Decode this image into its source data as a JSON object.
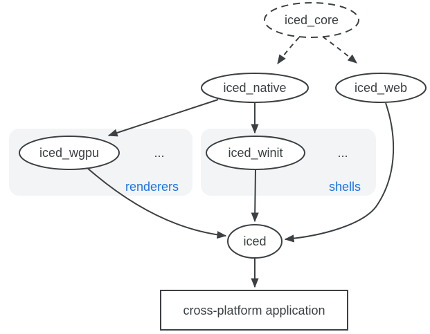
{
  "diagram": {
    "nodes": {
      "iced_core": {
        "label": "iced_core",
        "shape": "dashed-ellipse"
      },
      "iced_native": {
        "label": "iced_native",
        "shape": "ellipse"
      },
      "iced_web": {
        "label": "iced_web",
        "shape": "ellipse"
      },
      "iced_wgpu": {
        "label": "iced_wgpu",
        "shape": "ellipse"
      },
      "iced_winit": {
        "label": "iced_winit",
        "shape": "ellipse"
      },
      "iced": {
        "label": "iced",
        "shape": "ellipse"
      },
      "application": {
        "label": "cross-platform application",
        "shape": "rect"
      }
    },
    "groups": {
      "renderers": {
        "label": "renderers",
        "ellipsis": "...",
        "contains": [
          "iced_wgpu"
        ]
      },
      "shells": {
        "label": "shells",
        "ellipsis": "...",
        "contains": [
          "iced_winit"
        ]
      }
    },
    "edges": [
      {
        "from": "iced_core",
        "to": "iced_native",
        "style": "dashed"
      },
      {
        "from": "iced_core",
        "to": "iced_web",
        "style": "dashed"
      },
      {
        "from": "iced_native",
        "to": "iced_wgpu",
        "style": "solid"
      },
      {
        "from": "iced_native",
        "to": "iced_winit",
        "style": "solid"
      },
      {
        "from": "iced_wgpu",
        "to": "iced",
        "style": "solid"
      },
      {
        "from": "iced_winit",
        "to": "iced",
        "style": "solid"
      },
      {
        "from": "iced_web",
        "to": "iced",
        "style": "solid"
      },
      {
        "from": "iced",
        "to": "application",
        "style": "solid"
      }
    ],
    "colors": {
      "stroke": "#3c4043",
      "text": "#3c4043",
      "group_label": "#1a73e8",
      "group_fill": "#f3f4f6",
      "node_fill": "#ffffff",
      "background": "#ffffff"
    }
  }
}
